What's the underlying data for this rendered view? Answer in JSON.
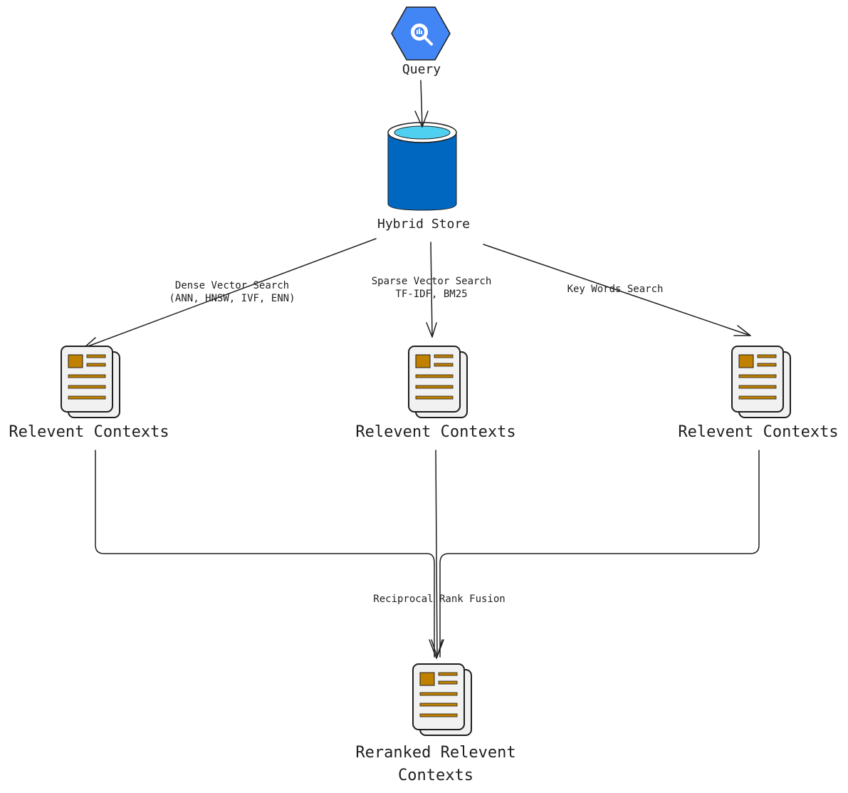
{
  "nodes": {
    "query": {
      "label": "Query",
      "icon": "bigquery-icon",
      "color": "#4285f4"
    },
    "store": {
      "label": "Hybrid Store",
      "icon": "database-icon",
      "body_color": "#0067c0",
      "top_color": "#50d0f0"
    },
    "dense_ctx": {
      "label": "Relevent Contexts"
    },
    "sparse_ctx": {
      "label": "Relevent Contexts"
    },
    "keyword_ctx": {
      "label": "Relevent Contexts"
    },
    "reranked": {
      "line1": "Reranked Relevent",
      "line2": "Contexts"
    }
  },
  "edges": {
    "dense": {
      "line1": "Dense Vector Search",
      "line2": "(ANN, HNSW, IVF, ENN)"
    },
    "sparse": {
      "line1": "Sparse Vector Search",
      "line2": "TF-IDF, BM25"
    },
    "keyword": {
      "label": "Key Words Search"
    },
    "fusion": {
      "label": "Reciprocal Rank Fusion"
    }
  },
  "colors": {
    "stroke": "#1e1e1e",
    "doc_fill": "#f1f1f1",
    "doc_accent": "#c08000"
  }
}
